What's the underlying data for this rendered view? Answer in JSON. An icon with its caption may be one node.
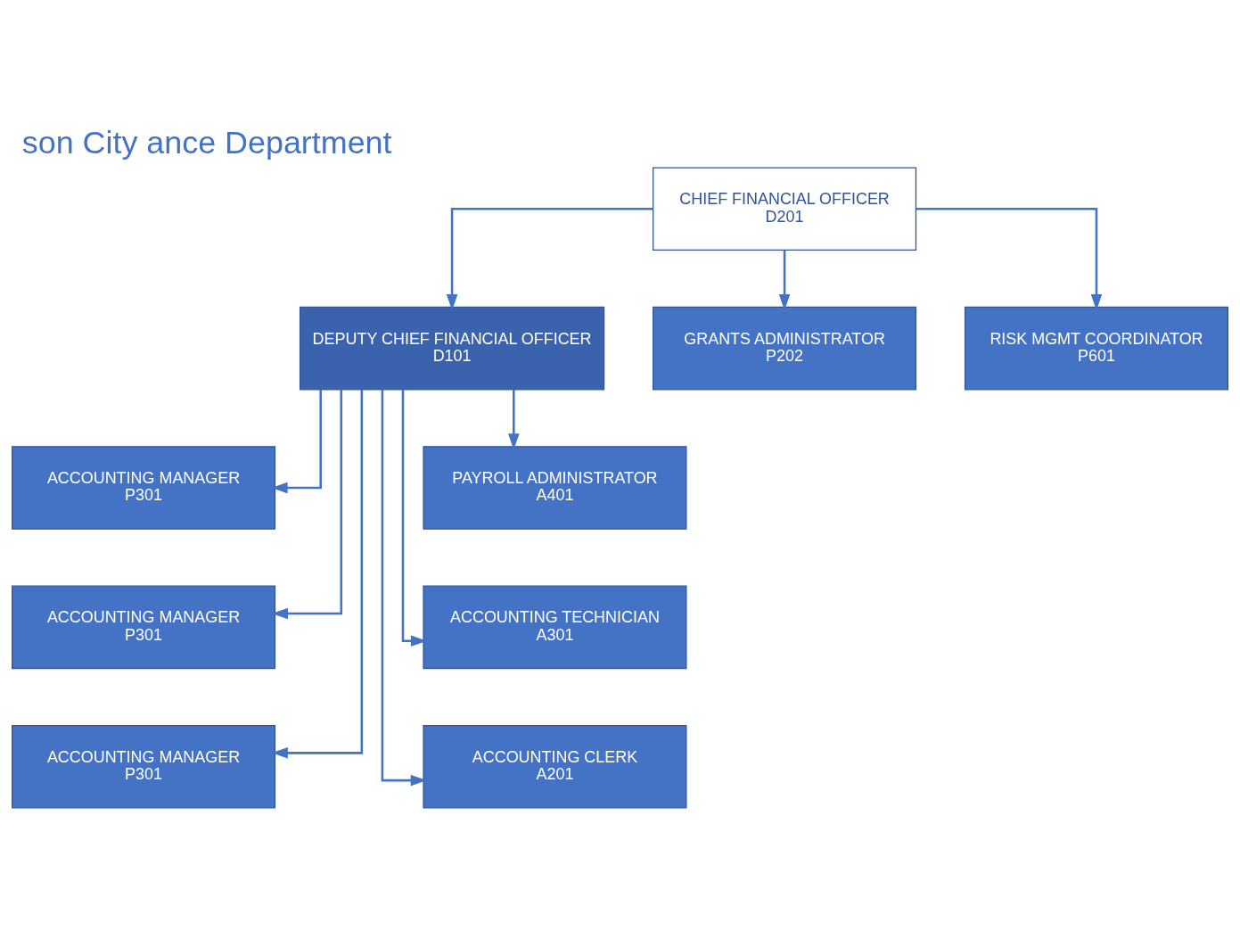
{
  "diagram": {
    "title": "son City ance Department",
    "nodes": [
      {
        "text": [
          "CHIEF FINANCIAL OFFICER",
          "D201"
        ]
      },
      {
        "text": [
          "DEPUTY CHIEF FINANCIAL OFFICER",
          "D101"
        ]
      },
      {
        "text": [
          "GRANTS ADMINISTRATOR",
          "P202"
        ]
      },
      {
        "text": [
          "RISK MGMT COORDINATOR",
          "P601"
        ]
      },
      {
        "text": [
          "ACCOUNTING MANAGER",
          "P301"
        ]
      },
      {
        "text": [
          "PAYROLL ADMINISTRATOR",
          "A401"
        ]
      },
      {
        "text": [
          "ACCOUNTING MANAGER",
          "P301"
        ]
      },
      {
        "text": [
          "ACCOUNTING TECHNICIAN",
          "A301"
        ]
      },
      {
        "text": [
          "ACCOUNTING MANAGER",
          "P301"
        ]
      },
      {
        "text": [
          "ACCOUNTING CLERK",
          "A201"
        ]
      }
    ],
    "edges": [
      {
        "from": 0,
        "to": 1,
        "arrow": "to"
      },
      {
        "from": 0,
        "to": 2,
        "arrow": "to"
      },
      {
        "from": 0,
        "to": 3,
        "arrow": "to"
      },
      {
        "from": 1,
        "to": 4,
        "arrow": "to"
      },
      {
        "from": 1,
        "to": 5,
        "arrow": "to"
      },
      {
        "from": 1,
        "to": 6,
        "arrow": "to"
      },
      {
        "from": 1,
        "to": 7,
        "arrow": "to"
      },
      {
        "from": 1,
        "to": 8,
        "arrow": "to"
      },
      {
        "from": 1,
        "to": 9,
        "arrow": "to"
      }
    ]
  }
}
